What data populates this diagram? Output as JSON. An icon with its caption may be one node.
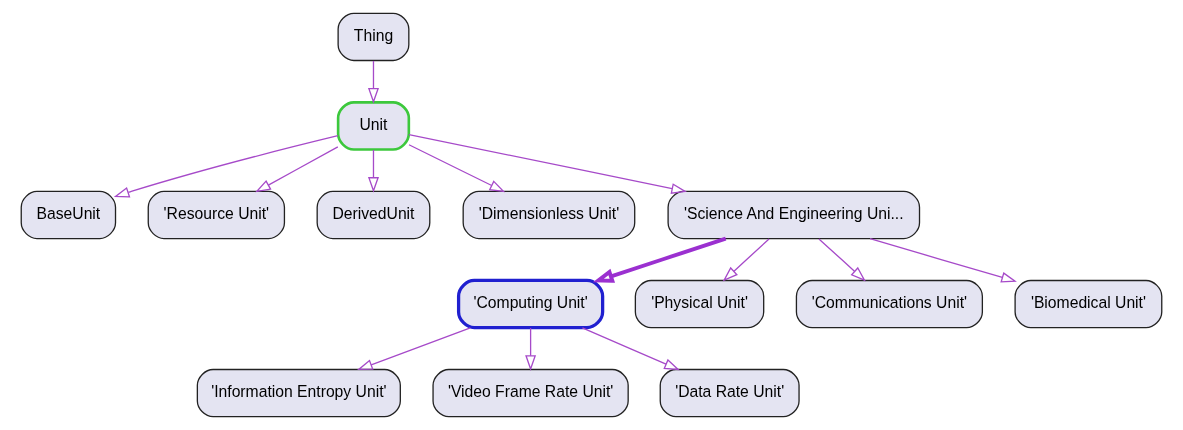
{
  "diagram": {
    "nodes": [
      {
        "text": [
          "Thing"
        ]
      },
      {
        "text": [
          "Unit"
        ]
      },
      {
        "text": [
          "BaseUnit"
        ]
      },
      {
        "text": [
          "'Resource Unit'"
        ]
      },
      {
        "text": [
          "DerivedUnit"
        ]
      },
      {
        "text": [
          "'Dimensionless Unit'"
        ]
      },
      {
        "text": [
          "'Science And Engineering Uni..."
        ]
      },
      {
        "text": [
          "'Computing Unit'"
        ]
      },
      {
        "text": [
          "'Physical Unit'"
        ]
      },
      {
        "text": [
          "'Communications Unit'"
        ]
      },
      {
        "text": [
          "'Biomedical Unit'"
        ]
      },
      {
        "text": [
          "'Information Entropy Unit'"
        ]
      },
      {
        "text": [
          "'Video Frame Rate Unit'"
        ]
      },
      {
        "text": [
          "'Data Rate Unit'"
        ]
      }
    ],
    "edges": [
      {
        "from": 0,
        "to": 1,
        "arrow": "to"
      },
      {
        "from": 1,
        "to": 2,
        "arrow": "to"
      },
      {
        "from": 1,
        "to": 3,
        "arrow": "to"
      },
      {
        "from": 1,
        "to": 4,
        "arrow": "to"
      },
      {
        "from": 1,
        "to": 5,
        "arrow": "to"
      },
      {
        "from": 1,
        "to": 6,
        "arrow": "to"
      },
      {
        "from": 6,
        "to": 7,
        "arrow": "to",
        "style": "thick",
        "color": "#9b30d0"
      },
      {
        "from": 6,
        "to": 8,
        "arrow": "to"
      },
      {
        "from": 6,
        "to": 9,
        "arrow": "to"
      },
      {
        "from": 6,
        "to": 10,
        "arrow": "to"
      },
      {
        "from": 7,
        "to": 11,
        "arrow": "to"
      },
      {
        "from": 7,
        "to": 12,
        "arrow": "to"
      },
      {
        "from": 7,
        "to": 13,
        "arrow": "to"
      }
    ]
  }
}
